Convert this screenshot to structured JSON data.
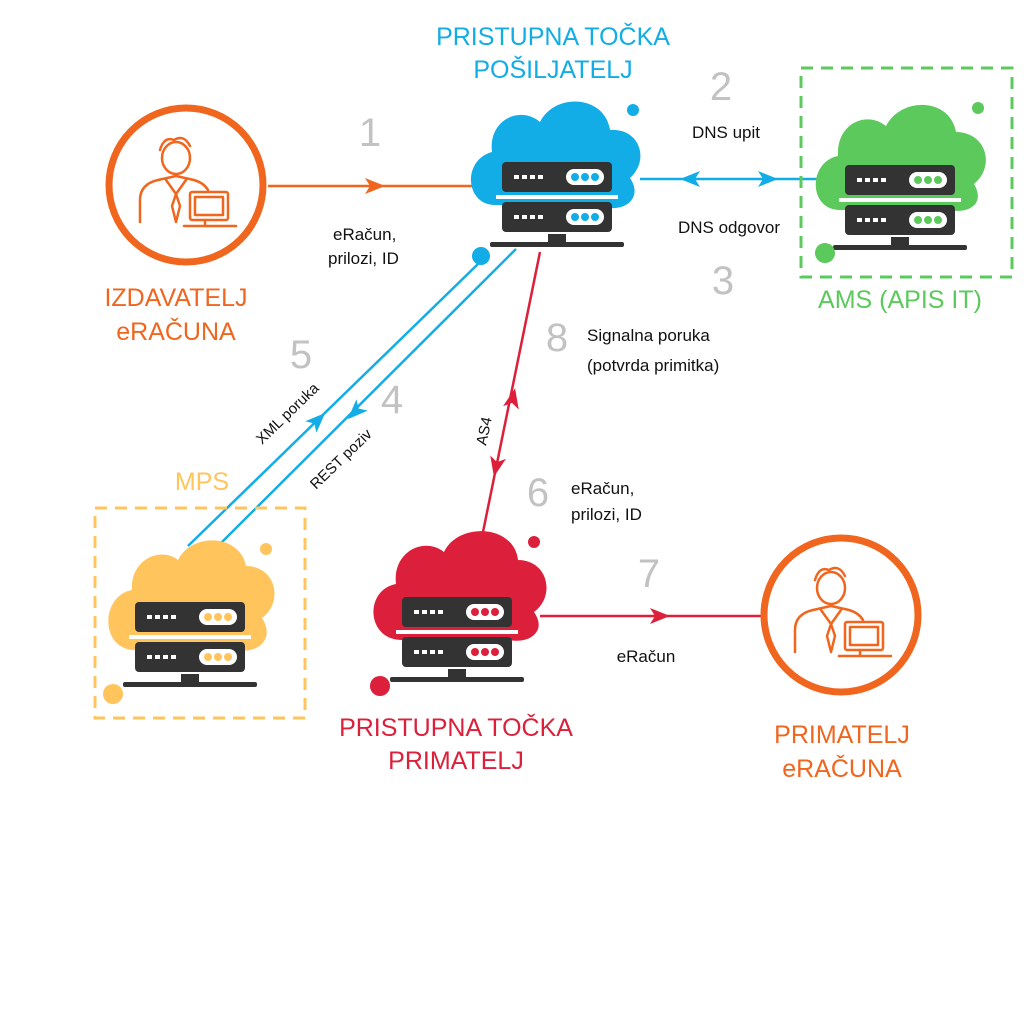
{
  "colors": {
    "sender": "#12ade6",
    "ams": "#5cc95c",
    "mps": "#ffc55c",
    "receiver": "#dc1f3a",
    "issuer": "#f0661e",
    "server": "#333333",
    "step_number": "#c2c2c2"
  },
  "nodes": {
    "issuer": {
      "line1": "IZDAVATELJ",
      "line2": "eRAČUNA",
      "icon": "person-at-computer-icon"
    },
    "sender_ap": {
      "line1": "PRISTUPNA TOČKA",
      "line2": "POŠILJATELJ",
      "icon": "cloud-server-icon"
    },
    "ams": {
      "label": "AMS (APIS IT)",
      "icon": "cloud-server-icon"
    },
    "mps": {
      "label": "MPS",
      "icon": "cloud-server-icon"
    },
    "receiver_ap": {
      "line1": "PRISTUPNA TOČKA",
      "line2": "PRIMATELJ",
      "icon": "cloud-server-icon"
    },
    "recipient": {
      "line1": "PRIMATELJ",
      "line2": "eRAČUNA",
      "icon": "person-at-computer-icon"
    }
  },
  "steps": {
    "s1": {
      "number": "1",
      "line1": "eRačun,",
      "line2": "prilozi, ID"
    },
    "s2": {
      "number": "2",
      "label": "DNS upit"
    },
    "s3": {
      "number": "3",
      "label": "DNS odgovor"
    },
    "s4": {
      "number": "4",
      "label": "REST poziv"
    },
    "s5": {
      "number": "5",
      "label": "XML poruka"
    },
    "s6": {
      "number": "6",
      "line1": "eRačun,",
      "line2": "prilozi, ID"
    },
    "s7": {
      "number": "7",
      "label": "eRačun"
    },
    "s8": {
      "number": "8",
      "line1": "Signalna poruka",
      "line2": "(potvrda primitka)"
    },
    "as4": {
      "label": "AS4"
    }
  }
}
